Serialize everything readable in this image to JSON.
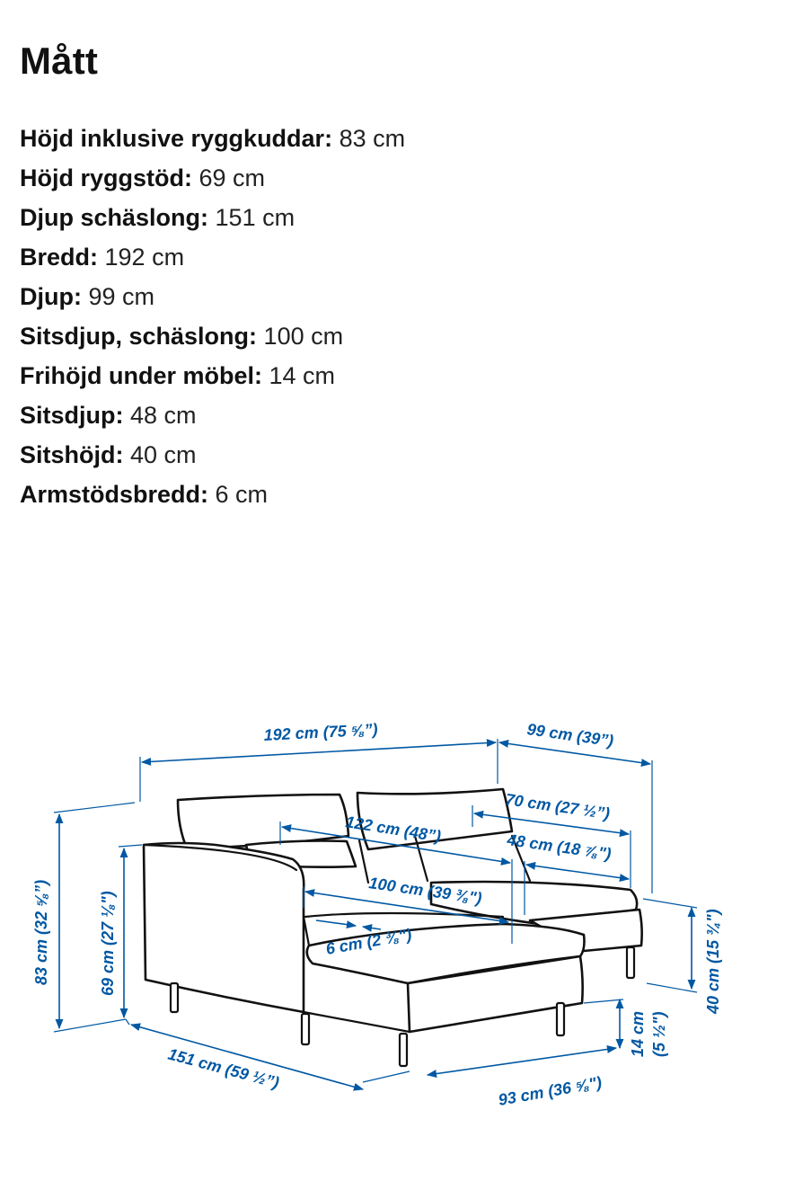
{
  "page": {
    "title": "Mått"
  },
  "specs": [
    {
      "label": "Höjd inklusive ryggkuddar:",
      "value": "83 cm"
    },
    {
      "label": "Höjd ryggstöd:",
      "value": "69 cm"
    },
    {
      "label": "Djup schäslong:",
      "value": "151 cm"
    },
    {
      "label": "Bredd:",
      "value": "192 cm"
    },
    {
      "label": "Djup:",
      "value": "99 cm"
    },
    {
      "label": "Sitsdjup, schäslong:",
      "value": "100 cm"
    },
    {
      "label": "Frihöjd under möbel:",
      "value": "14 cm"
    },
    {
      "label": "Sitsdjup:",
      "value": "48 cm"
    },
    {
      "label": "Sitshöjd:",
      "value": "40 cm"
    },
    {
      "label": "Armstödsbredd:",
      "value": "6 cm"
    }
  ],
  "diagram": {
    "dimension_color": "#0058a3",
    "labels": {
      "width": "192 cm (75 ⅝”)",
      "depth": "99 cm (39”)",
      "inner_width": "70 cm (27 ½”)",
      "inner_width_2": "122 cm (48”)",
      "seat_depth": "48 cm (18 ⅞\")",
      "chaise_seat_depth": "100 cm (39 ⅜\")",
      "armrest_width": "6 cm (2 ⅜\")",
      "height_total": "83 cm (32 ⅝”)",
      "height_back": "69 cm (27 ⅛\")",
      "seat_height": "40 cm (15 ¾\")",
      "free_height": "14 cm",
      "free_height_in": "(5 ½\")",
      "chaise_depth": "151 cm (59 ½”)",
      "chaise_width": "93 cm (36 ⅝\")"
    }
  }
}
